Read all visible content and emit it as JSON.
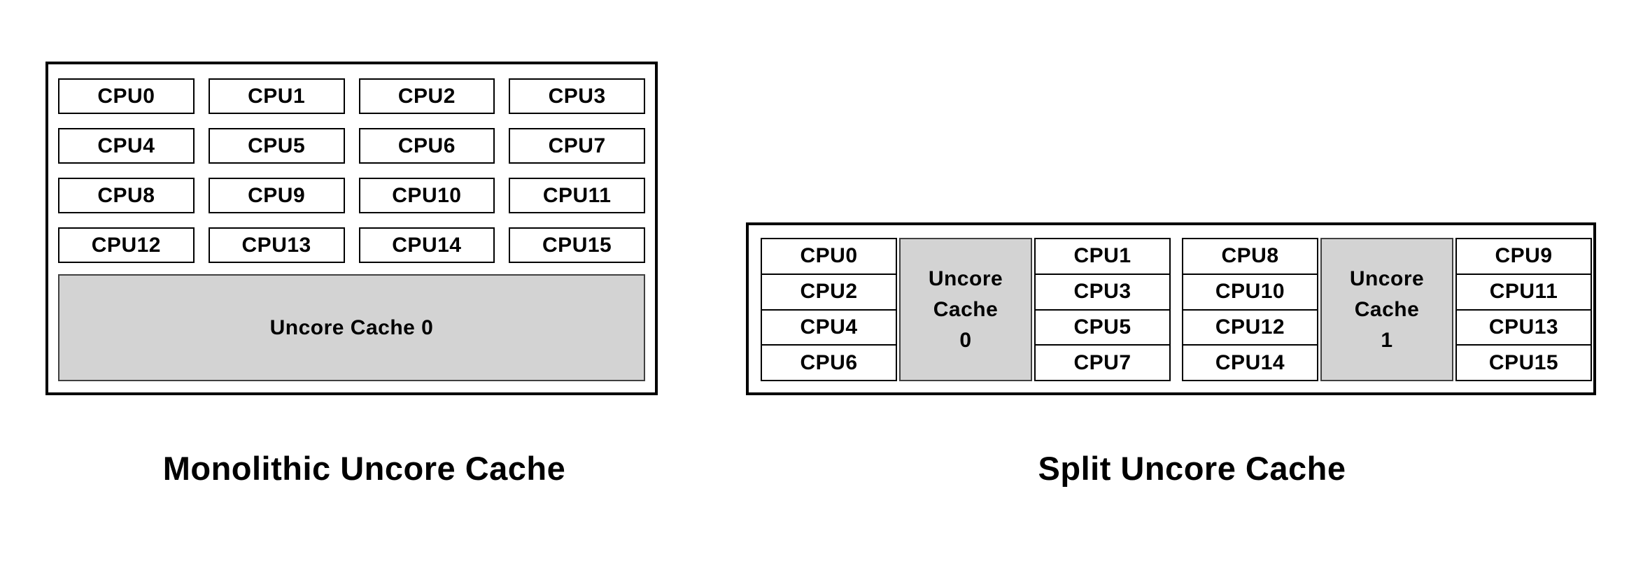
{
  "colors": {
    "background": "#ffffff",
    "border": "#000000",
    "cache_border": "#404040",
    "cache_fill": "#d3d3d3",
    "text": "#000000"
  },
  "monolithic": {
    "caption": "Monolithic Uncore Cache",
    "cpus": [
      "CPU0",
      "CPU1",
      "CPU2",
      "CPU3",
      "CPU4",
      "CPU5",
      "CPU6",
      "CPU7",
      "CPU8",
      "CPU9",
      "CPU10",
      "CPU11",
      "CPU12",
      "CPU13",
      "CPU14",
      "CPU15"
    ],
    "cache_label": "Uncore Cache 0"
  },
  "split": {
    "caption": "Split Uncore Cache",
    "clusters": [
      {
        "left_cpus": [
          "CPU0",
          "CPU2",
          "CPU4",
          "CPU6"
        ],
        "cache_lines": [
          "Uncore",
          "Cache",
          "0"
        ],
        "right_cpus": [
          "CPU1",
          "CPU3",
          "CPU5",
          "CPU7"
        ]
      },
      {
        "left_cpus": [
          "CPU8",
          "CPU10",
          "CPU12",
          "CPU14"
        ],
        "cache_lines": [
          "Uncore",
          "Cache",
          "1"
        ],
        "right_cpus": [
          "CPU9",
          "CPU11",
          "CPU13",
          "CPU15"
        ]
      }
    ]
  }
}
